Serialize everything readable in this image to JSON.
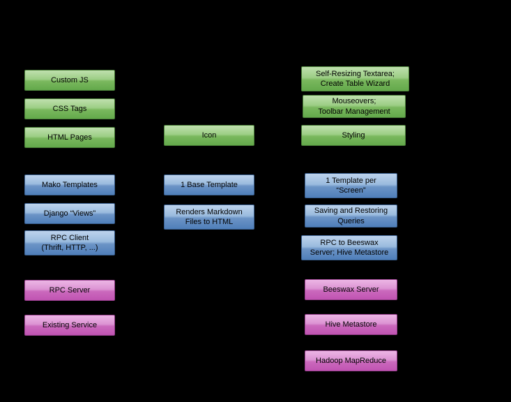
{
  "canvas": {
    "background": "#000000",
    "text_color": "#000000"
  },
  "palette": {
    "green_top": "#bfe0ae",
    "green_bottom": "#63a94b",
    "green_border": "#4a8038",
    "blue_top": "#bdd3ec",
    "blue_bottom": "#4f7fba",
    "blue_border": "#3a6091",
    "magenta_top": "#ecb6e5",
    "magenta_bottom": "#c054b2",
    "magenta_border": "#9a3f8f"
  },
  "boxes": {
    "custom_js": {
      "label": "Custom JS"
    },
    "css_tags": {
      "label": "CSS Tags"
    },
    "html_pages": {
      "label": "HTML Pages"
    },
    "icon": {
      "label": "Icon"
    },
    "self_resizing": {
      "lines": [
        "Self-Resizing Textarea;",
        "Create Table Wizard"
      ]
    },
    "mouseovers": {
      "lines": [
        "Mouseovers;",
        "Toolbar Management"
      ]
    },
    "styling": {
      "label": "Styling"
    },
    "mako_templates": {
      "label": "Mako Templates"
    },
    "django_views": {
      "label": "Django “Views”"
    },
    "rpc_client": {
      "lines": [
        "RPC Client",
        "(Thrift, HTTP, ...)"
      ]
    },
    "base_template": {
      "label": "1 Base Template"
    },
    "renders_markdown": {
      "lines": [
        "Renders Markdown",
        "Files to HTML"
      ]
    },
    "template_per_screen": {
      "lines": [
        "1 Template per",
        "“Screen”"
      ]
    },
    "saving_queries": {
      "lines": [
        "Saving and Restoring",
        "Queries"
      ]
    },
    "rpc_beeswax": {
      "lines": [
        "RPC to Beeswax",
        "Server; Hive Metastore"
      ]
    },
    "rpc_server": {
      "label": "RPC Server"
    },
    "existing_service": {
      "label": "Existing Service"
    },
    "beeswax_server": {
      "label": "Beeswax Server"
    },
    "hive_metastore": {
      "label": "Hive Metastore"
    },
    "hadoop_mapreduce": {
      "label": "Hadoop MapReduce"
    }
  }
}
